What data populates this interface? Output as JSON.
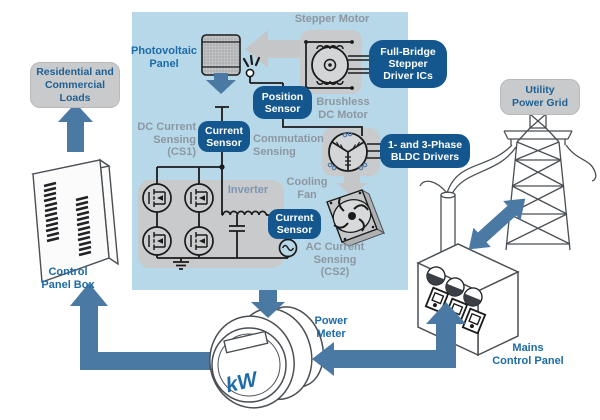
{
  "colors": {
    "panel_bg": "#b7d8e9",
    "badge_bg": "#14578f",
    "badge_text": "#ffffff",
    "gray_box_bg": "#c9cacb",
    "blue_label_text": "#1d6ba8",
    "gray_label_text": "#8d97a1",
    "inverter_label_text": "#7d95b2",
    "arrow_blue": "#4a79a4",
    "arrow_gray": "#c5c6c8",
    "circuit_line": "#1b1b1b",
    "device_outline": "#4a4f54"
  },
  "nodes": {
    "residential_loads": {
      "lines": [
        "Residential and",
        "Commercial",
        "Loads"
      ]
    },
    "utility_power_grid": {
      "lines": [
        "Utility",
        "Power Grid"
      ]
    },
    "photovoltaic_panel": {
      "lines": [
        "Photovoltaic",
        "Panel"
      ]
    },
    "stepper_motor": {
      "label": "Stepper Motor"
    },
    "full_bridge_driver": {
      "lines": [
        "Full-Bridge",
        "Stepper",
        "Driver ICs"
      ]
    },
    "position_sensor": {
      "lines": [
        "Position",
        "Sensor"
      ]
    },
    "dc_current_sensing": {
      "lines": [
        "DC Current",
        "Sensing",
        "(CS1)"
      ]
    },
    "current_sensor_dc": {
      "lines": [
        "Current",
        "Sensor"
      ]
    },
    "commutation_sensing": {
      "lines": [
        "Commutation",
        "Sensing"
      ]
    },
    "brushless_dc_motor": {
      "lines": [
        "Brushless",
        "DC Motor"
      ]
    },
    "bldc_drivers": {
      "lines": [
        "1- and 3-Phase",
        "BLDC Drivers"
      ]
    },
    "cooling_fan": {
      "lines": [
        "Cooling",
        "Fan"
      ]
    },
    "inverter": {
      "label": "Inverter"
    },
    "current_sensor_ac": {
      "lines": [
        "Current",
        "Sensor"
      ]
    },
    "ac_current_sensing": {
      "lines": [
        "AC Current",
        "Sensing",
        "(CS2)"
      ]
    },
    "control_panel_box": {
      "lines": [
        "Control",
        "Panel Box"
      ]
    },
    "power_meter": {
      "lines": [
        "Power",
        "Meter"
      ],
      "unit": "kW"
    },
    "mains_control_panel": {
      "lines": [
        "Mains",
        "Control Panel"
      ]
    }
  }
}
